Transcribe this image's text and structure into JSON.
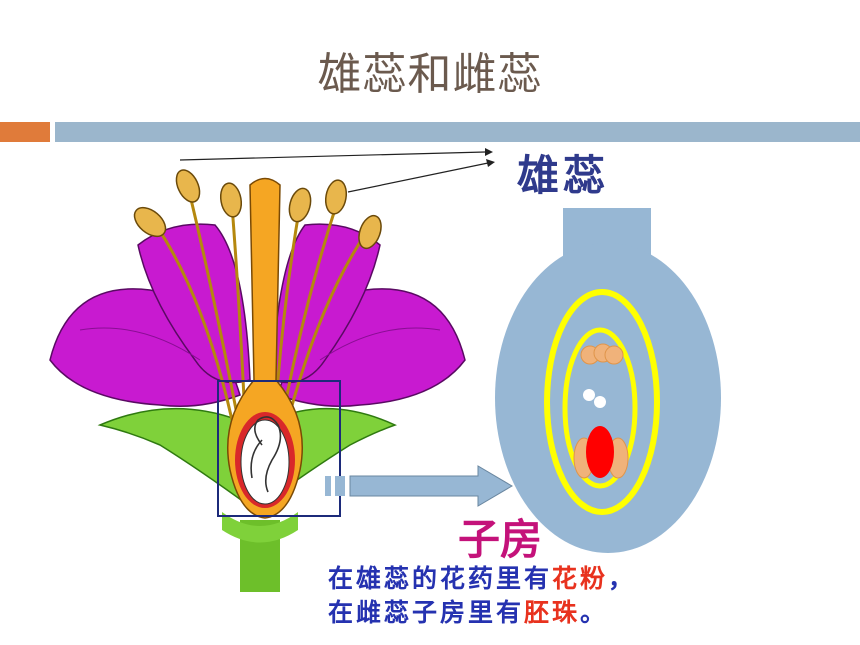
{
  "title": "雄蕊和雌蕊",
  "labels": {
    "stamen": "雄蕊",
    "ovary": "子房"
  },
  "caption": {
    "line1_prefix": "在雄蕊的花药里有",
    "line1_highlight": "花粉",
    "line1_suffix": "，",
    "line2_prefix": "在雌蕊子房里有",
    "line2_highlight": "胚珠",
    "line2_suffix": "。"
  },
  "colors": {
    "title": "#6b5a4e",
    "accent_orange": "#e07b3a",
    "accent_blue": "#9bb6cc",
    "stamen_label": "#2f3a8c",
    "ovary_label": "#c4127a",
    "caption_text": "#2532b0",
    "caption_highlight": "#e8321e",
    "petal": "#c81ad0",
    "pistil": "#f5a623",
    "ovary_bulb": "#97b7d4",
    "ovule_outline": "#ffff00"
  }
}
